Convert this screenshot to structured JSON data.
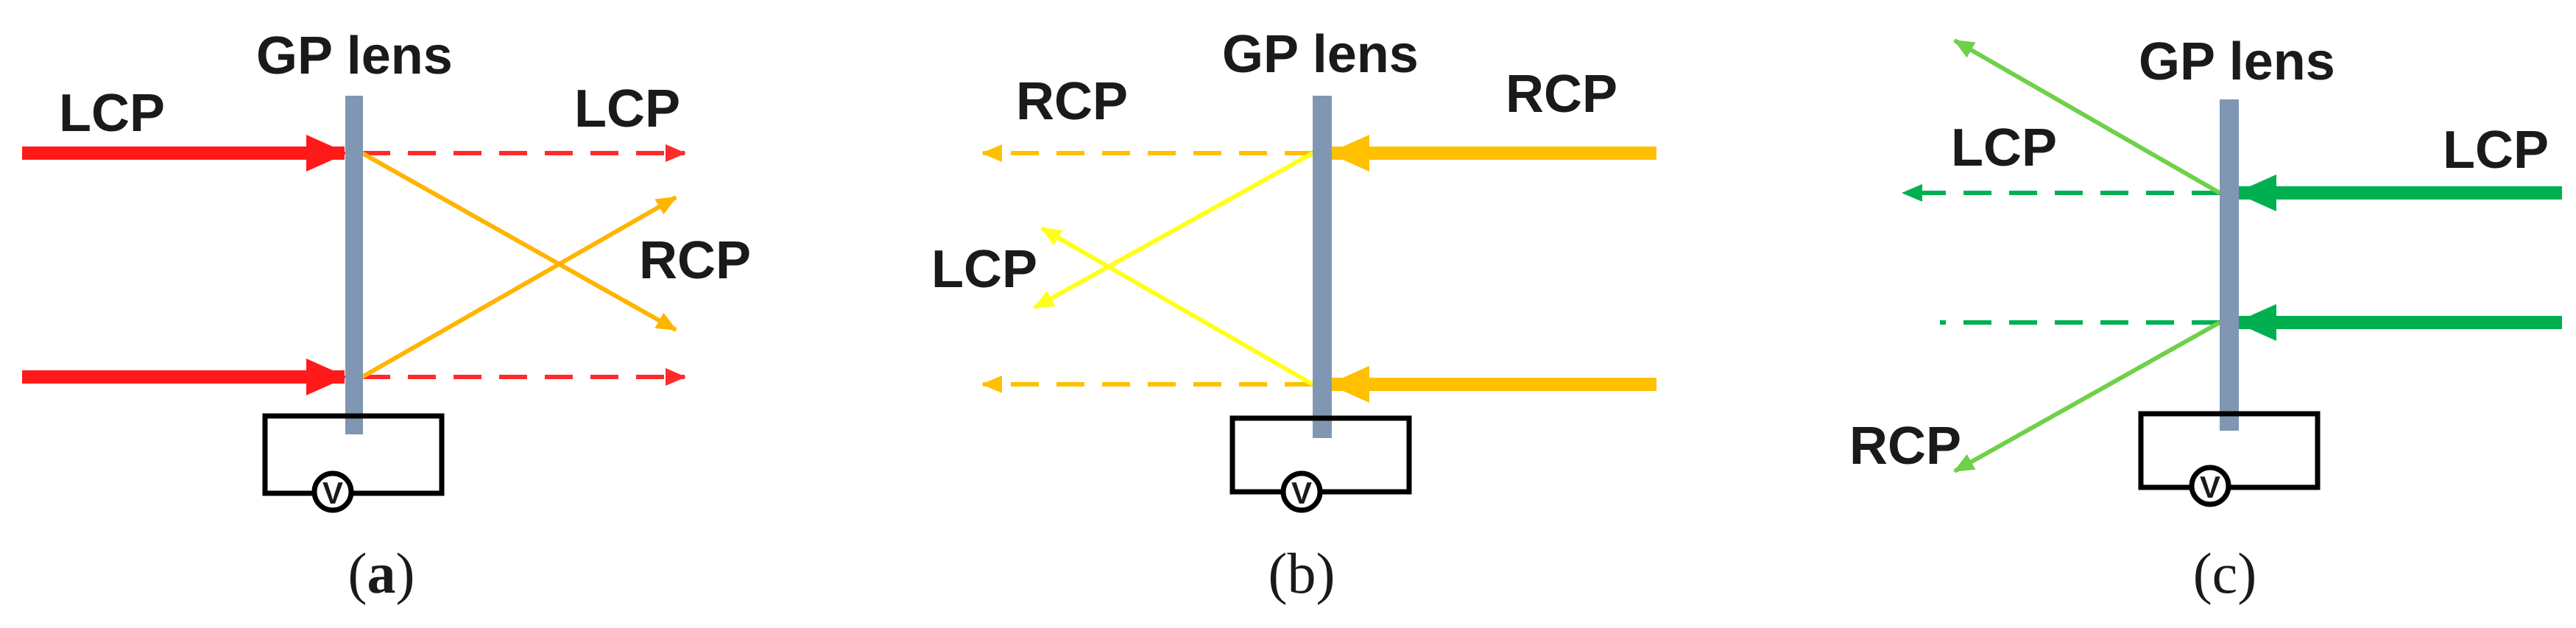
{
  "figure": {
    "panel_a": {
      "title": "GP lens",
      "input_label": "LCP",
      "output_straight_label": "LCP",
      "output_cross_label": "RCP",
      "caption_open": "(",
      "caption_letter": "a",
      "caption_close": ")",
      "colors": {
        "input": "#ff1a1a",
        "straight": "#ff2a2a",
        "cross": "#ffb400"
      }
    },
    "panel_b": {
      "title": "GP lens",
      "input_label": "RCP",
      "output_straight_label": "RCP",
      "output_cross_label": "LCP",
      "caption": "(b)",
      "colors": {
        "input": "#ffc000",
        "straight": "#ffc000",
        "cross": "#ffff1a"
      }
    },
    "panel_c": {
      "title": "GP lens",
      "input_label": "LCP",
      "output_straight_label": "LCP",
      "output_deflect_label": "RCP",
      "caption": "(c)",
      "colors": {
        "input": "#00b050",
        "straight": "#00b050",
        "deflect": "#6fd04a"
      }
    },
    "lens_color": "#7f97b2",
    "circuit_icon": "voltage-source-circuit",
    "source_symbol": "V"
  }
}
